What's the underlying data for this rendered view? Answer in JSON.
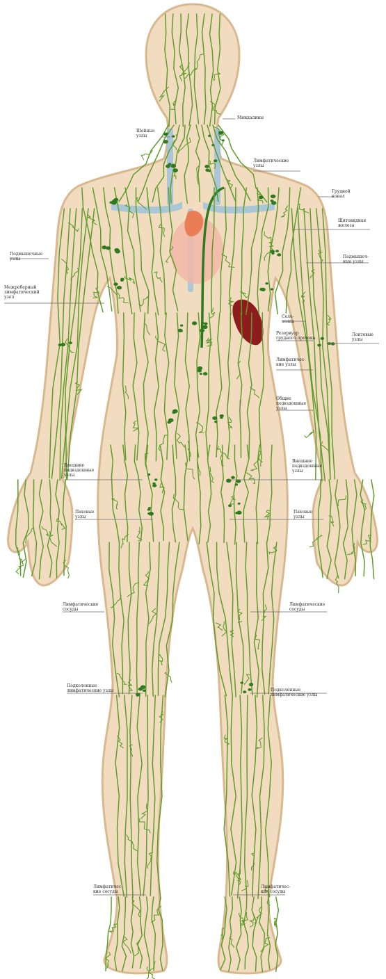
{
  "diagram": {
    "colors": {
      "skin": "#f1dcc0",
      "skin_edge": "#d9b88f",
      "lymph": "#5f9c2a",
      "lymph_dark": "#2e7a1e",
      "vein_blue": "#9fc2da",
      "heart": "#f2b7a6",
      "spleen": "#8f1c1c",
      "leader": "#6d6d6d"
    },
    "labels": {
      "cervical_nodes": "Шейные\nузлы",
      "tonsils": "Миндалины",
      "lymphatic_nodes_neck": "Лимфатические\nузлы",
      "thoracic_duct_top": "Грудной\nканал",
      "thymus": "Щитовидная\nжелеза",
      "axillary_left": "Подмышечные\nузлы",
      "axillary_right": "Подмышеч-\nные узлы",
      "intercostal": "Межреберный\nлимфатический\nузел",
      "spleen_nodes": "Селе-\nзенка",
      "cisterna": "Резервуар\nгрудного протока",
      "elbow_nodes": "Локтевые\nузлы",
      "lumbar_nodes": "Лимфатичес-\nкие узлы",
      "common_iliac": "Общие\nподвздошные\nузлы",
      "external_iliac_left": "Внешние\nподвздошные\nузлы",
      "external_iliac_right": "Внешние\nподвздошные\nузлы",
      "inguinal_left": "Паховые\nузлы",
      "inguinal_right": "Паховые\nузлы",
      "vessels_thigh_left": "Лимфатические\nсосуды",
      "vessels_thigh_right": "Лимфатические\nсосуды",
      "popliteal_left": "Подколенные\nлимфатические узлы",
      "popliteal_right": "Подколенные\nлимфатические узлы",
      "vessels_shin_left": "Лимфатичес-\nкие сосуды",
      "vessels_shin_right": "Лимфатичес-\nкие сосуды"
    }
  }
}
